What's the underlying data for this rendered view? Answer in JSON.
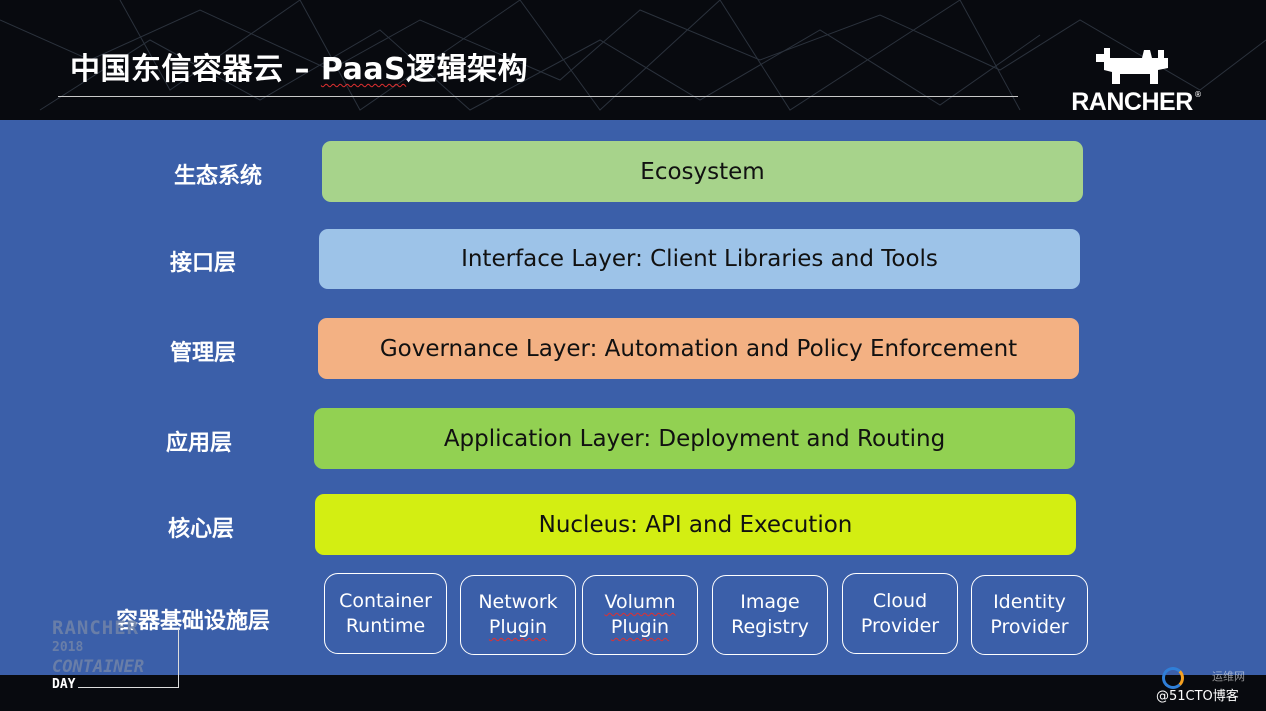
{
  "slide": {
    "title": "中国东信容器云 – PaaS逻辑架构",
    "title_wavy_word": "PaaS",
    "logo_text": "RANCHER",
    "logo_mark": "®"
  },
  "layers": [
    {
      "label": "生态系统",
      "text": "Ecosystem",
      "color": "#a7d38b"
    },
    {
      "label": "接口层",
      "text": "Interface Layer: Client Libraries and Tools",
      "color": "#9dc3e8"
    },
    {
      "label": "管理层",
      "text": "Governance Layer: Automation and Policy Enforcement",
      "color": "#f3b183"
    },
    {
      "label": "应用层",
      "text": "Application Layer: Deployment and Routing",
      "color": "#92d152"
    },
    {
      "label": "核心层",
      "text": "Nucleus: API and Execution",
      "color": "#d3ee12"
    }
  ],
  "infrastructure": {
    "label": "容器基础设施层",
    "components": [
      {
        "line1": "Container",
        "line2": "Runtime"
      },
      {
        "line1": "Network",
        "line2": "Plugin"
      },
      {
        "line1": "Volumn",
        "line2": "Plugin"
      },
      {
        "line1": "Image",
        "line2": "Registry"
      },
      {
        "line1": "Cloud",
        "line2": "Provider"
      },
      {
        "line1": "Identity",
        "line2": "Provider"
      }
    ]
  },
  "event_logo": {
    "line1": "RANCHER",
    "line2": "2018",
    "line3": "CONTAINER",
    "line4": "DAY"
  },
  "watermark": {
    "site_cn": "运维网",
    "blog": "@51CTO博客"
  },
  "colors": {
    "panel": "#3b5fa9",
    "background": "#080a0f",
    "box_border": "#ffffff"
  },
  "icons": [
    "rancher-bull-icon",
    "watermark-circle-icon"
  ]
}
